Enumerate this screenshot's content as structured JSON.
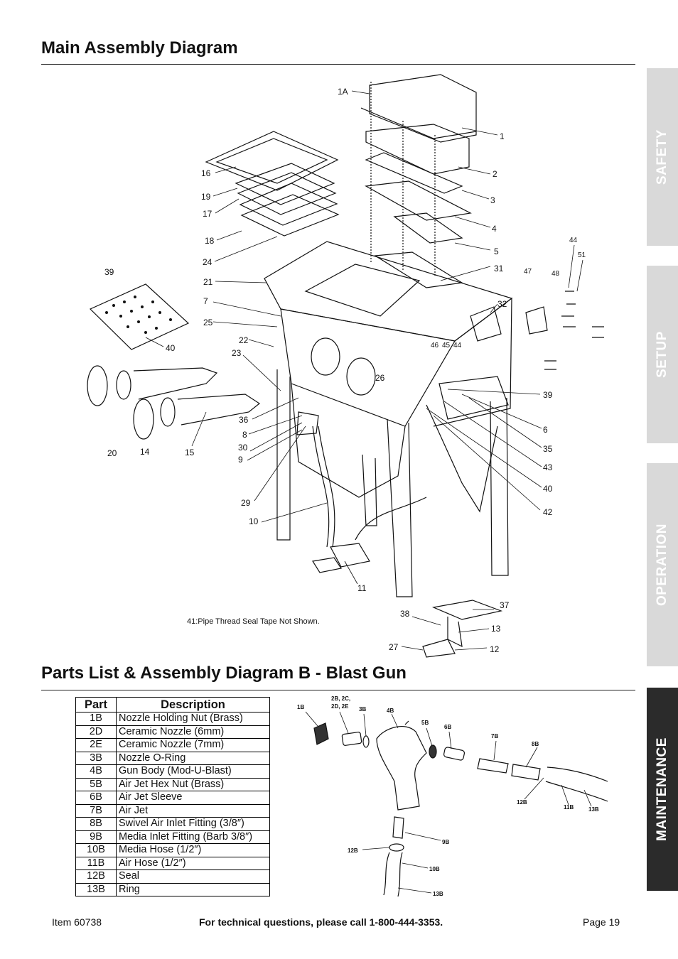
{
  "header": {
    "main_title": "Main Assembly Diagram",
    "blast_title": "Parts List & Assembly Diagram B - Blast Gun"
  },
  "tabs": [
    {
      "label": "SAFETY",
      "active": false
    },
    {
      "label": "SETUP",
      "active": false
    },
    {
      "label": "OPERATION",
      "active": false
    },
    {
      "label": "MAINTENANCE",
      "active": true
    }
  ],
  "main_diagram": {
    "note": "41:Pipe Thread Seal Tape Not Shown.",
    "callouts": [
      "1A",
      "1",
      "2",
      "3",
      "4",
      "5",
      "31",
      "32",
      "16",
      "19",
      "17",
      "18",
      "24",
      "21",
      "7",
      "25",
      "22",
      "23",
      "39",
      "40",
      "44",
      "51",
      "47",
      "48",
      "46",
      "45",
      "44",
      "26",
      "39",
      "6",
      "35",
      "43",
      "40",
      "42",
      "36",
      "8",
      "30",
      "9",
      "29",
      "10",
      "11",
      "20",
      "14",
      "15",
      "37",
      "38",
      "13",
      "27",
      "12"
    ]
  },
  "parts_table": {
    "headers": {
      "part": "Part",
      "description": "Description"
    },
    "rows": [
      {
        "part": "1B",
        "description": "Nozzle Holding Nut (Brass)"
      },
      {
        "part": "2D",
        "description": "Ceramic Nozzle (6mm)"
      },
      {
        "part": "2E",
        "description": "Ceramic Nozzle (7mm)"
      },
      {
        "part": "3B",
        "description": "Nozzle O-Ring"
      },
      {
        "part": "4B",
        "description": "Gun Body (Mod-U-Blast)"
      },
      {
        "part": "5B",
        "description": "Air Jet Hex Nut (Brass)"
      },
      {
        "part": "6B",
        "description": "Air Jet Sleeve"
      },
      {
        "part": "7B",
        "description": "Air Jet"
      },
      {
        "part": "8B",
        "description": "Swivel Air Inlet Fitting (3/8″)"
      },
      {
        "part": "9B",
        "description": "Media Inlet Fitting (Barb 3/8″)"
      },
      {
        "part": "10B",
        "description": "Media Hose (1/2″)"
      },
      {
        "part": "11B",
        "description": "Air Hose (1/2″)"
      },
      {
        "part": "12B",
        "description": "Seal"
      },
      {
        "part": "13B",
        "description": "Ring"
      }
    ]
  },
  "gun_diagram": {
    "callouts": [
      "1B",
      "2B, 2C,",
      "2D, 2E",
      "3B",
      "4B",
      "5B",
      "6B",
      "7B",
      "8B",
      "12B",
      "11B",
      "13B",
      "9B",
      "12B",
      "10B",
      "13B"
    ]
  },
  "footer": {
    "item": "Item 60738",
    "contact": "For technical questions, please call 1-800-444-3353.",
    "page": "Page 19"
  }
}
